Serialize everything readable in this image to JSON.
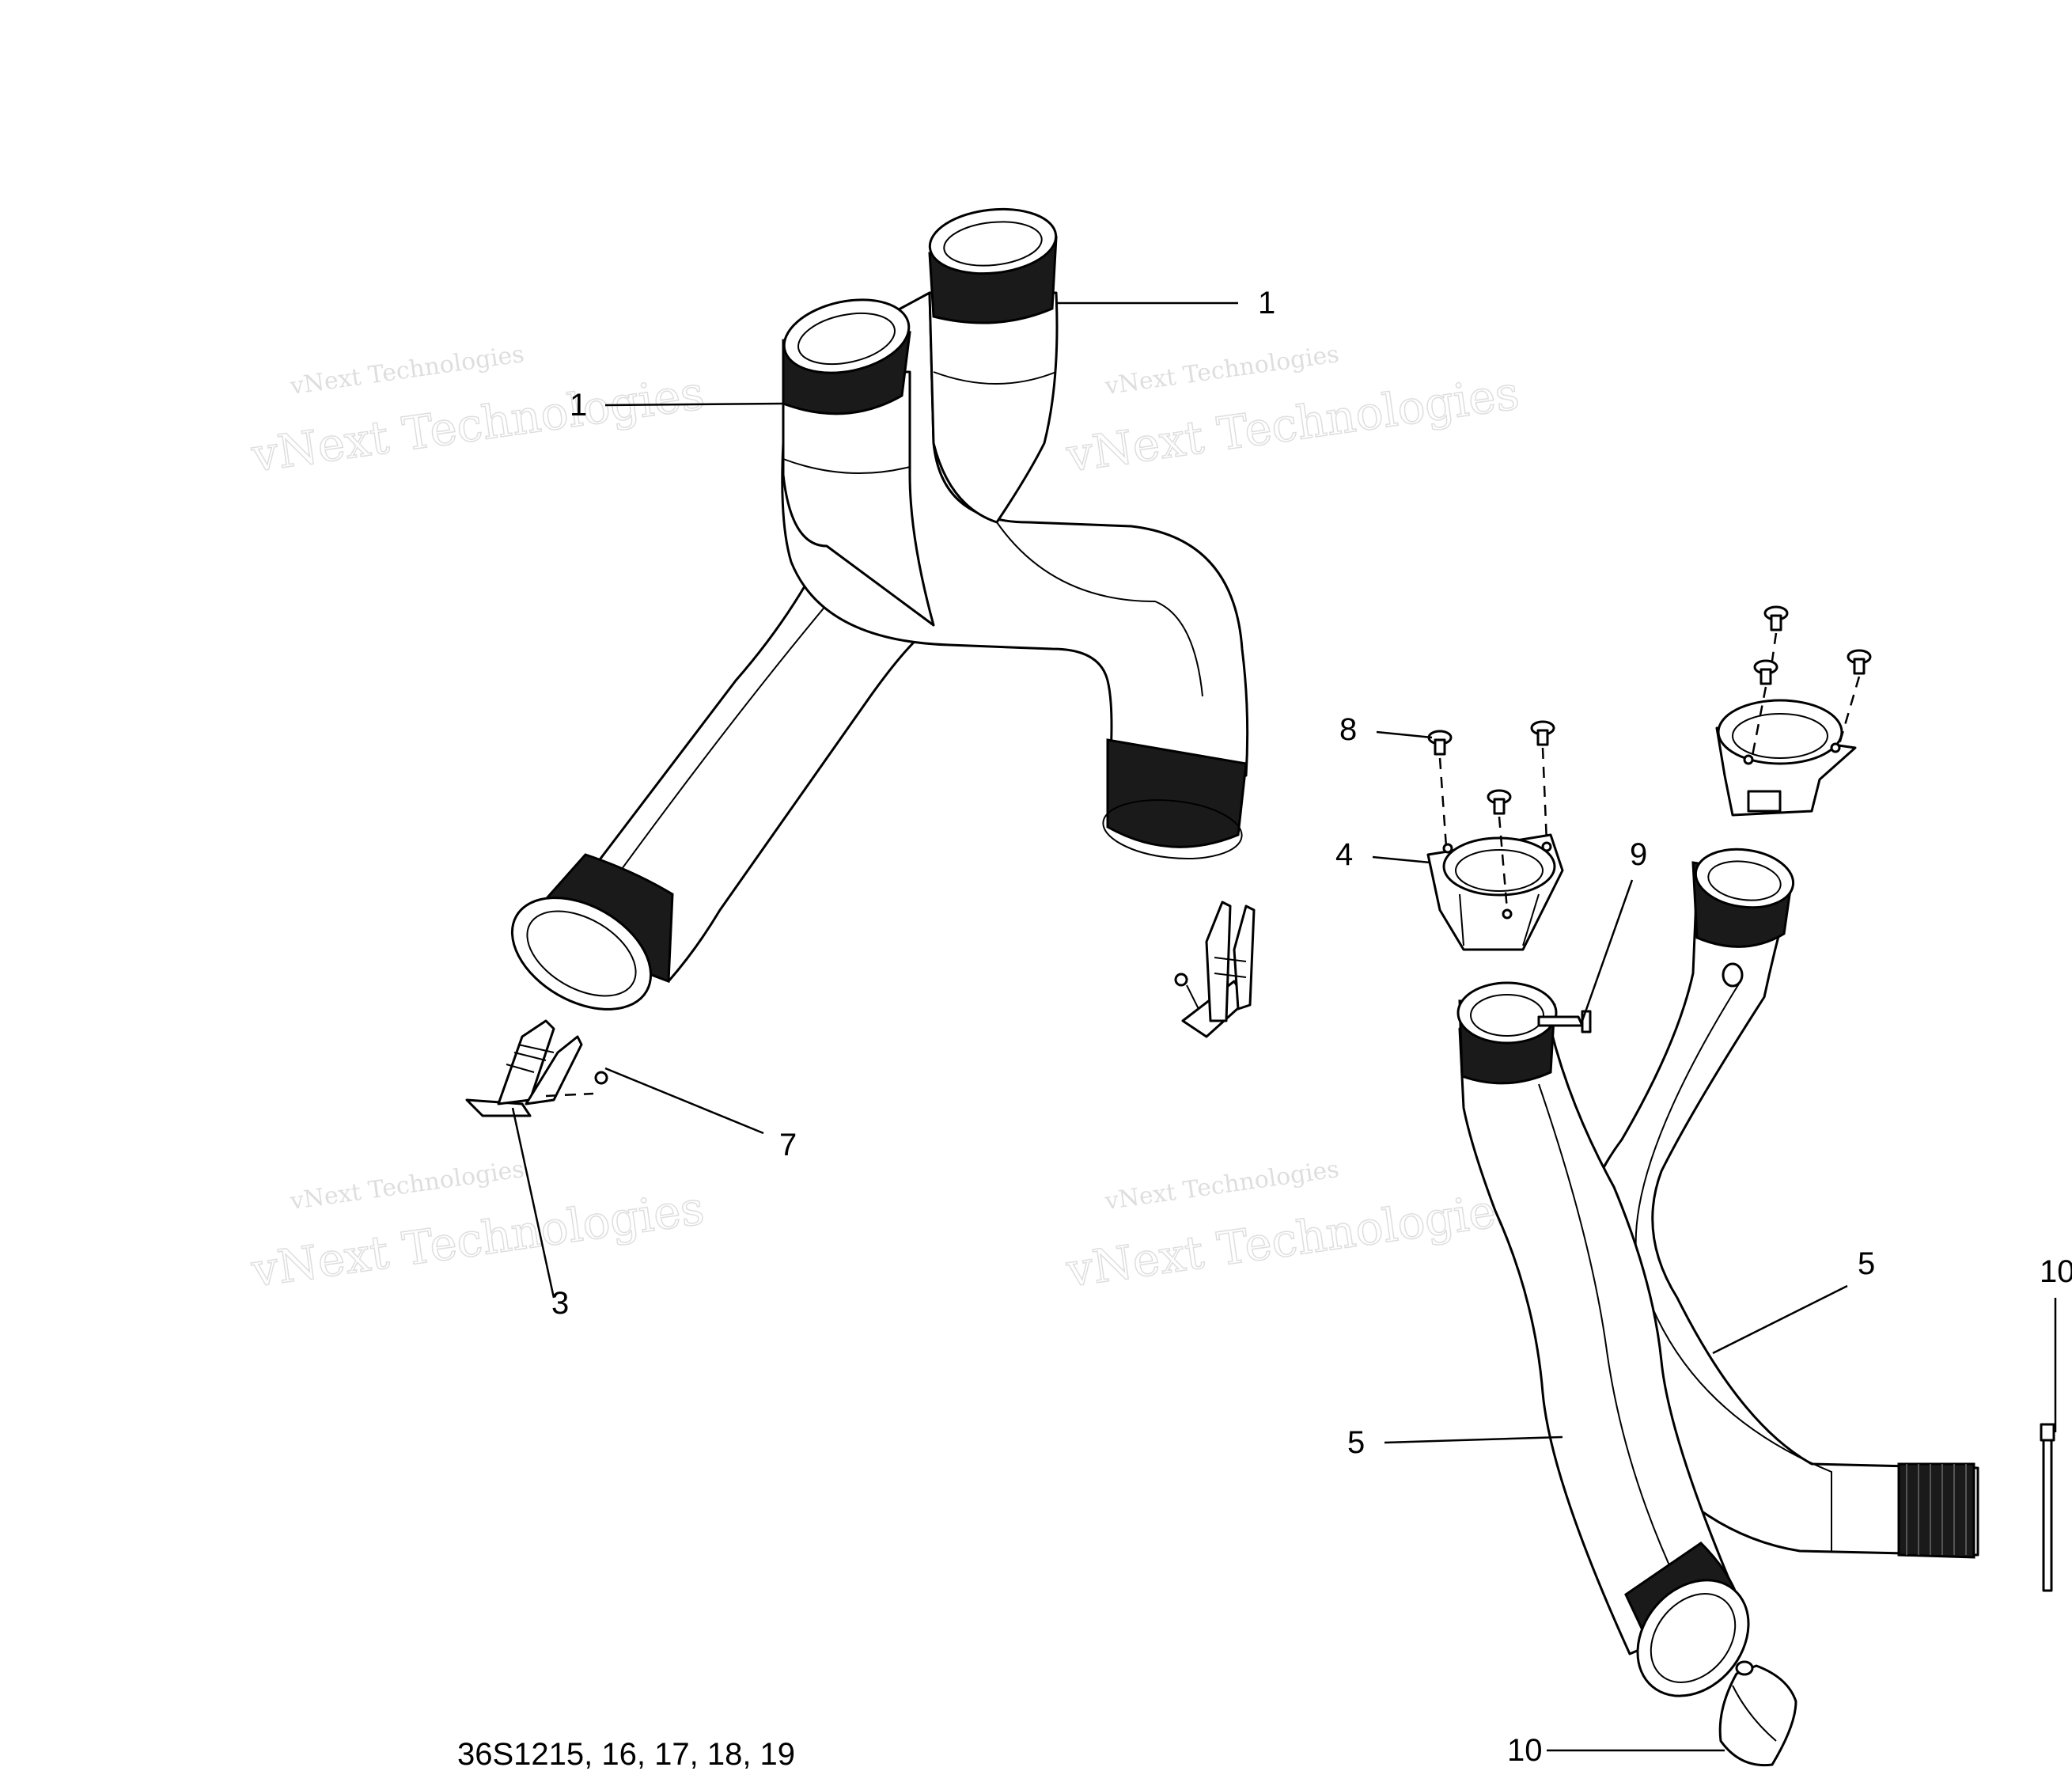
{
  "diagram": {
    "callouts": {
      "c1a": "1",
      "c1b": "1",
      "c3": "3",
      "c4": "4",
      "c5a": "5",
      "c5b": "5",
      "c7": "7",
      "c8": "8",
      "c9": "9",
      "c10a": "10",
      "c10b": "10"
    },
    "drawing_code": "36S1215, 16, 17, 18, 19",
    "watermark": {
      "line1": "vNext Technologies",
      "line2": "vNext Technologies"
    }
  }
}
